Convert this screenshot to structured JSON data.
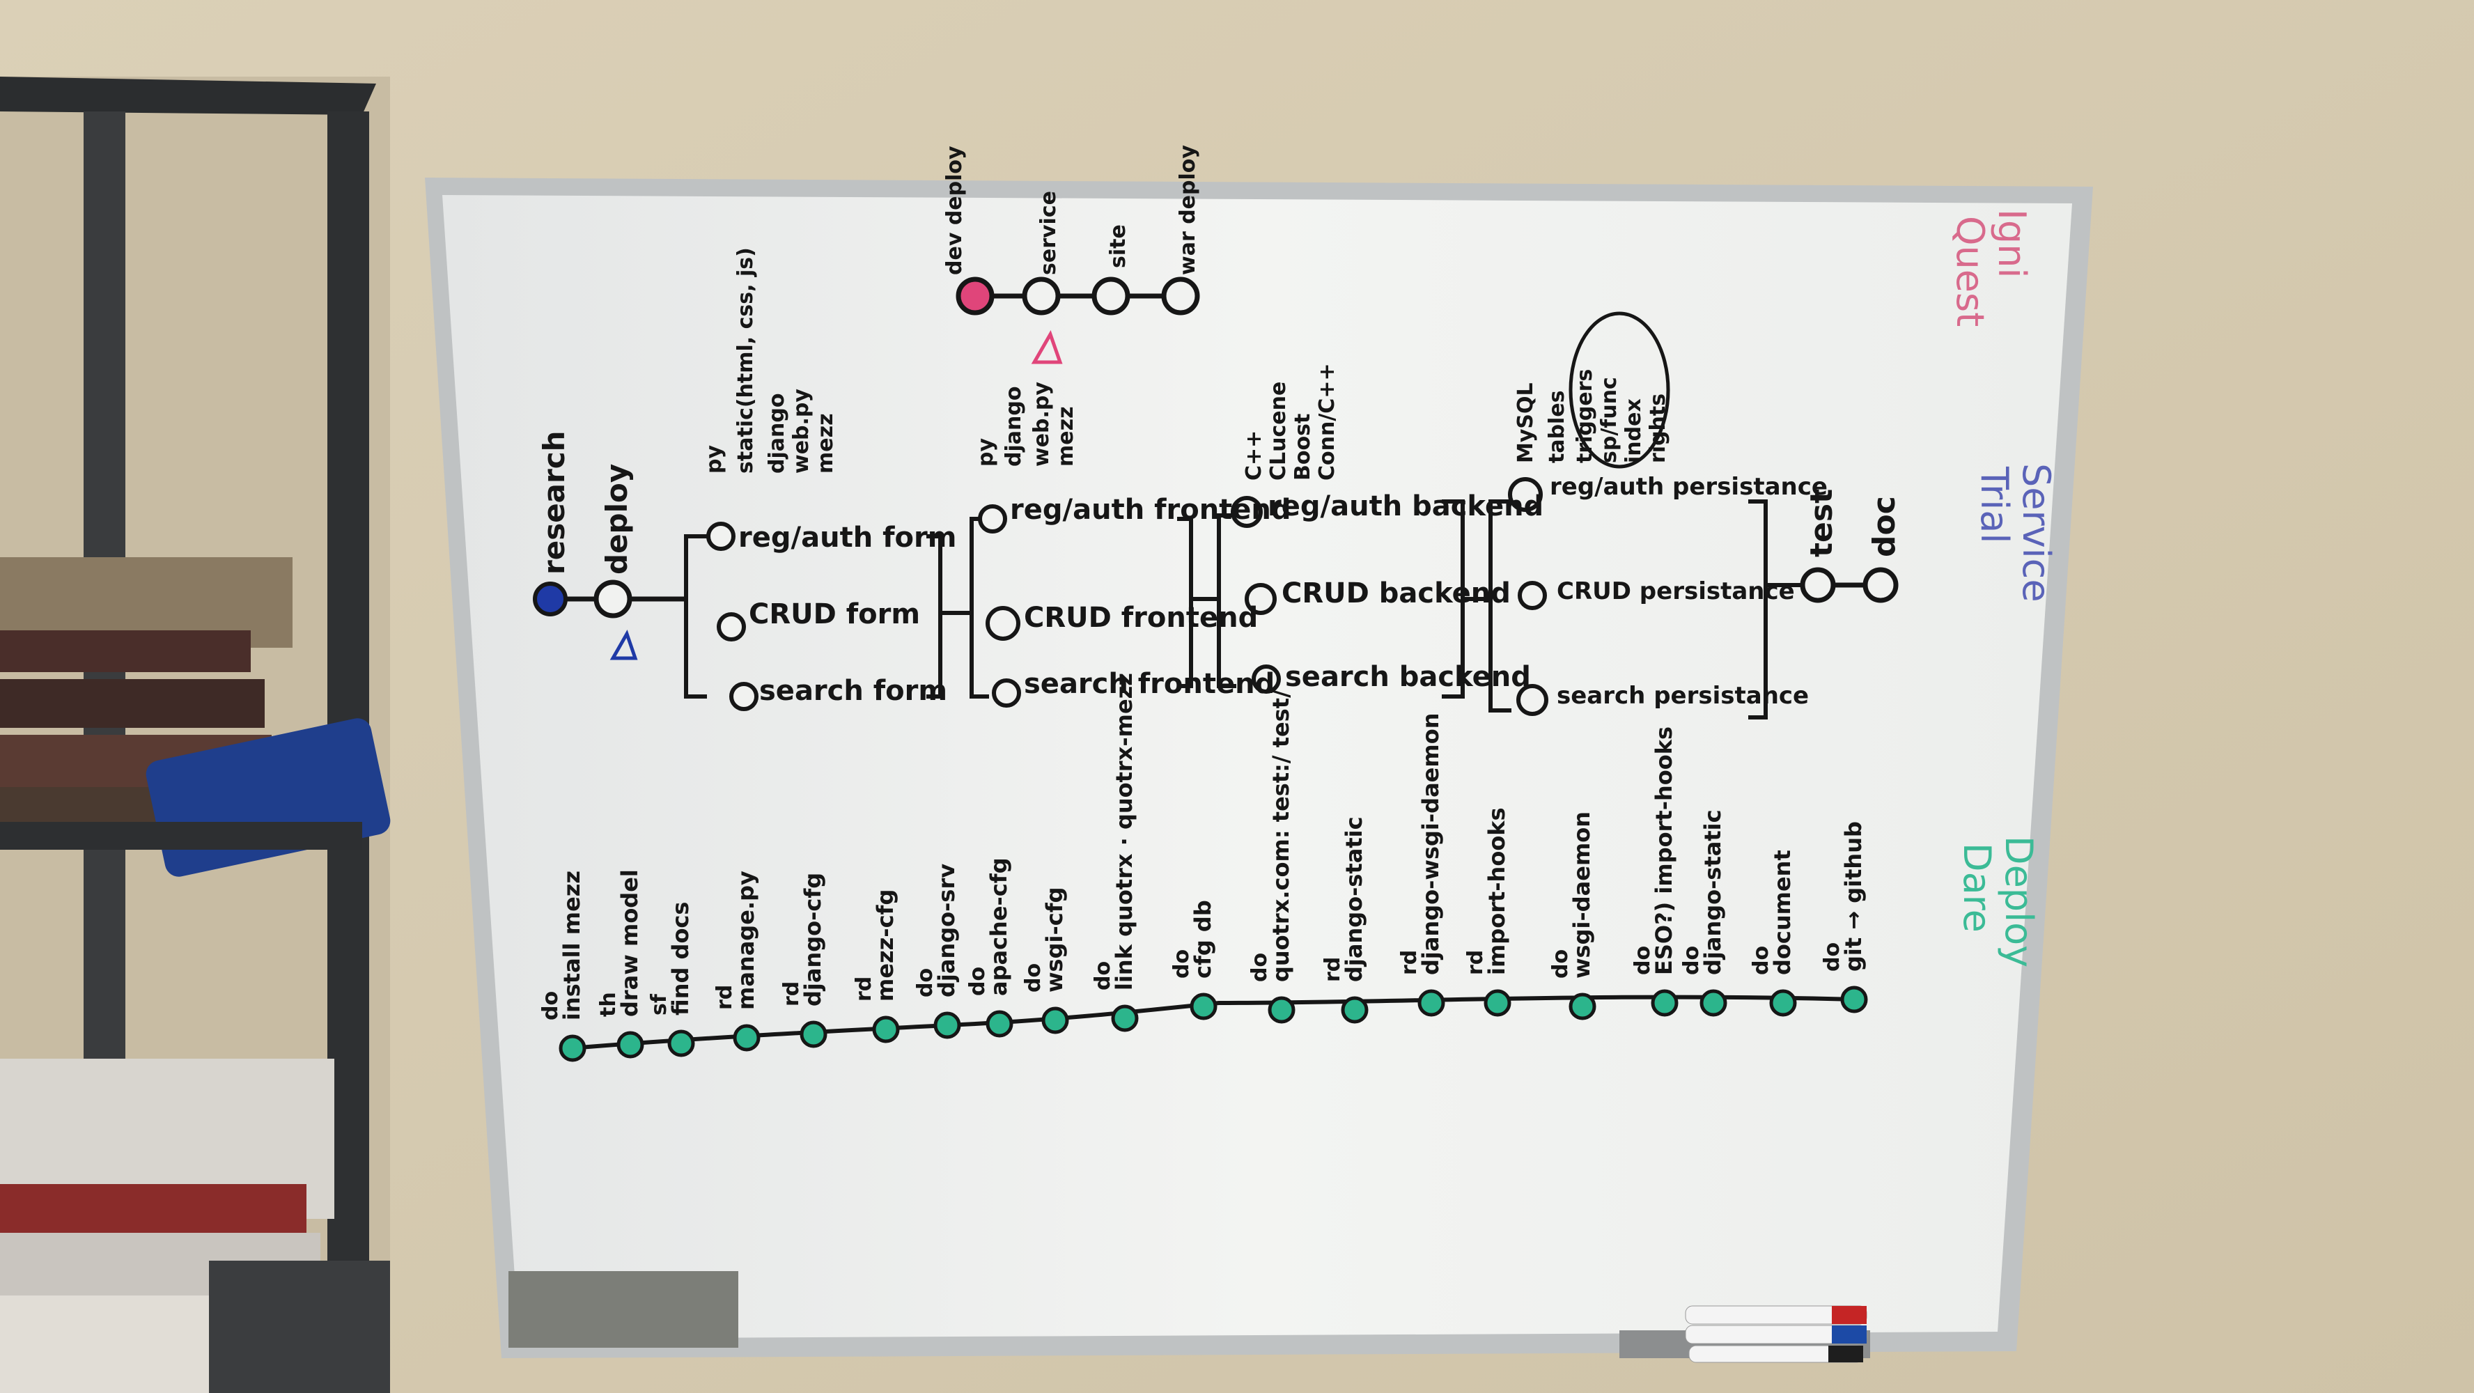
{
  "corner_labels": {
    "top": [
      "Igni",
      "Quest"
    ],
    "middle": [
      "Service",
      "Trial"
    ],
    "bottom": [
      "Deploy",
      "Dare"
    ]
  },
  "start": {
    "research": "research",
    "deploy": "deploy"
  },
  "quest_chain": [
    "dev deploy",
    "service",
    "site",
    "war deploy"
  ],
  "column_notes": {
    "forms": [
      "py",
      "static(html, css, js)",
      "django",
      "web.py",
      "mezz"
    ],
    "frontend": [
      "py",
      "django",
      "web.py",
      "mezz"
    ],
    "backend": [
      "C++",
      "CLucene",
      "Boost",
      "Conn/C++"
    ],
    "persistance": [
      "MySQL",
      "tables",
      "triggers",
      "sp/func",
      "index",
      "rights"
    ]
  },
  "columns": {
    "forms": [
      "reg/auth form",
      "CRUD form",
      "search form"
    ],
    "frontend": [
      "reg/auth frontend",
      "CRUD frontend",
      "search frontend"
    ],
    "backend": [
      "reg/auth backend",
      "CRUD backend",
      "search backend"
    ],
    "persistance": [
      "reg/auth persistance",
      "CRUD persistance",
      "search persistance"
    ]
  },
  "final": {
    "test": "test",
    "doc": "doc"
  },
  "timeline": [
    {
      "prefix": "do",
      "task": "install mezz"
    },
    {
      "prefix": "th",
      "task": "draw model"
    },
    {
      "prefix": "sf",
      "task": "find docs"
    },
    {
      "prefix": "rd",
      "task": "manage.py"
    },
    {
      "prefix": "rd",
      "task": "django-cfg"
    },
    {
      "prefix": "rd",
      "task": "mezz-cfg"
    },
    {
      "prefix": "do",
      "task": "django-srv"
    },
    {
      "prefix": "do",
      "task": "apache-cfg"
    },
    {
      "prefix": "do",
      "task": "wsgi-cfg"
    },
    {
      "prefix": "do",
      "task": "link quotrx · quotrx-mezz"
    },
    {
      "prefix": "do",
      "task": "cfg db"
    },
    {
      "prefix": "do",
      "task": "quotrx.com: test:/ test/"
    },
    {
      "prefix": "rd",
      "task": "django-static"
    },
    {
      "prefix": "rd",
      "task": "django-wsgi-daemon"
    },
    {
      "prefix": "rd",
      "task": "import-hooks"
    },
    {
      "prefix": "do",
      "task": "wsgi-daemon"
    },
    {
      "prefix": "do",
      "task": "ESO?) import-hooks"
    },
    {
      "prefix": "do",
      "task": "django-static"
    },
    {
      "prefix": "do",
      "task": "document"
    },
    {
      "prefix": "do",
      "task": "git → github"
    }
  ],
  "colors": {
    "wall": "#d8ccb2",
    "board": "#f1f2f0",
    "frame": "#b9bcbd",
    "ink": "#161616",
    "blue_marker": "#1f3aa6",
    "red_marker": "#e0457a",
    "green_marker": "#2cb58c",
    "quest_color": "#d86a8c",
    "trial_color": "#5a63b8",
    "dare_color": "#3bbb96"
  }
}
